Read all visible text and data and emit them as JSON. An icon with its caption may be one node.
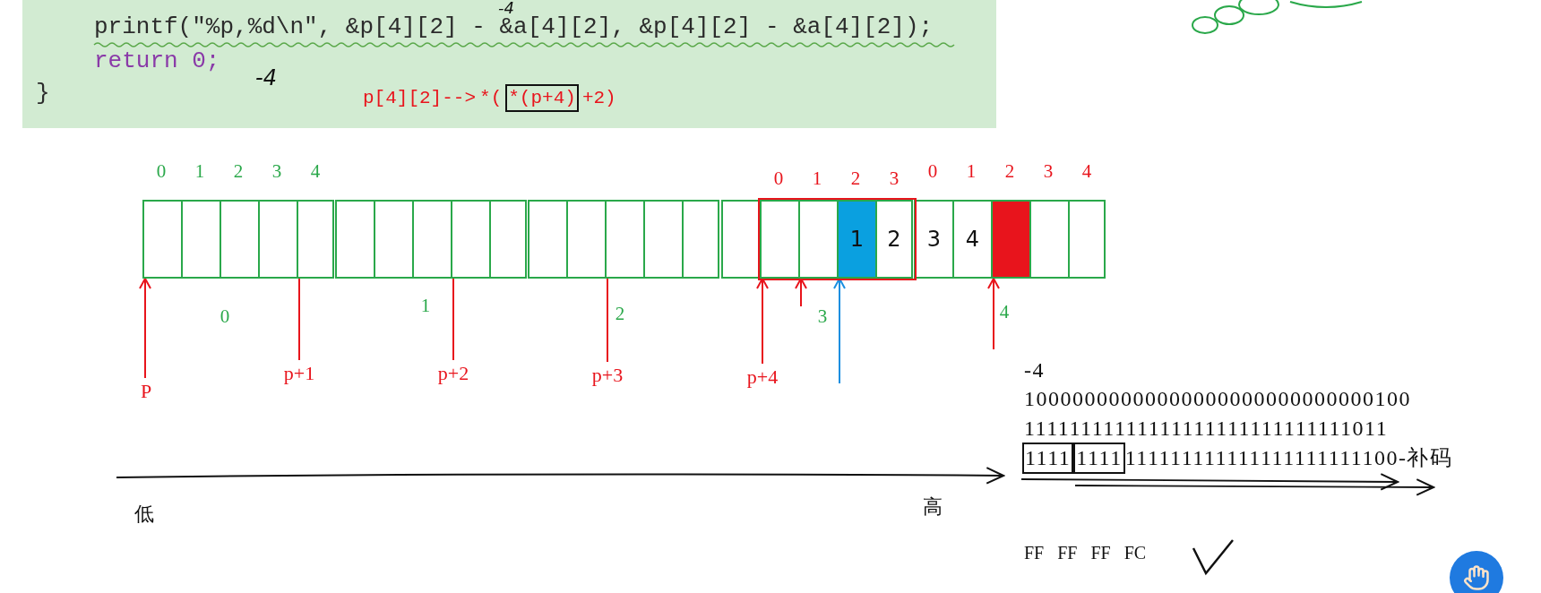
{
  "diagram": {
    "nodes": [
      {
        "text": [],
        "shape": "box"
      },
      {
        "text": [],
        "shape": "box"
      },
      {
        "text": [],
        "shape": "box"
      },
      {
        "text": [],
        "shape": "box"
      },
      {
        "text": [],
        "shape": "box"
      },
      {
        "text": [],
        "shape": "box"
      },
      {
        "text": [],
        "shape": "box"
      },
      {
        "text": [],
        "shape": "box"
      },
      {
        "text": [],
        "shape": "box"
      },
      {
        "text": [],
        "shape": "box"
      },
      {
        "text": [],
        "shape": "box"
      },
      {
        "text": [],
        "shape": "box"
      },
      {
        "text": [],
        "shape": "box"
      },
      {
        "text": [],
        "shape": "box"
      },
      {
        "text": [],
        "shape": "box"
      },
      {
        "text": [],
        "shape": "box"
      },
      {
        "text": [],
        "shape": "box"
      },
      {
        "text": [],
        "shape": "box"
      },
      {
        "text": [
          "1"
        ]
      },
      {
        "text": [
          "2"
        ]
      },
      {
        "text": [
          "3"
        ]
      },
      {
        "text": [
          "4"
        ]
      },
      {
        "text": [],
        "shape": "box"
      },
      {
        "text": [],
        "shape": "box"
      },
      {
        "text": [],
        "shape": "box"
      },
      {
        "text": [
          "P"
        ]
      },
      {
        "text": [
          "p+1"
        ]
      },
      {
        "text": [
          "p+2"
        ]
      },
      {
        "text": [
          "p+3"
        ]
      },
      {
        "text": [
          "p+4"
        ]
      }
    ],
    "edges": [
      {
        "from": 25,
        "to": 0,
        "arrow": "to"
      },
      {
        "from": 26,
        "to": 4,
        "arrow": "none"
      },
      {
        "from": 27,
        "to": 8,
        "arrow": "none"
      },
      {
        "from": 28,
        "to": 12,
        "arrow": "none"
      },
      {
        "from": 29,
        "to": 16,
        "arrow": "to"
      },
      {
        "from": null,
        "to": 17,
        "arrow": "to"
      },
      {
        "from": null,
        "to": 18,
        "arrow": "to",
        "color": "#1a8fe0"
      },
      {
        "from": null,
        "to": 22,
        "arrow": "to"
      }
    ],
    "labels": [
      "-4",
      "printf(\"%p,%d\\n\", &p[4][2] - &a[4][2], &p[4][2] - &a[4][2]);",
      "return 0;",
      "-4",
      "}",
      "p[4][2]-->",
      "*(",
      "*(p+4)",
      "+2)",
      "0",
      "1",
      "2",
      "3",
      "4",
      "0",
      "1",
      "2",
      "3",
      "0",
      "1",
      "2",
      "3",
      "4",
      "0",
      "1",
      "2",
      "3",
      "4",
      "低",
      "高",
      "-4",
      "10000000000000000000000000000100",
      "11111111111111111111111111111011",
      "1111",
      "1111",
      "111111111111111111111100-补码",
      "FF FF FF FC"
    ]
  }
}
